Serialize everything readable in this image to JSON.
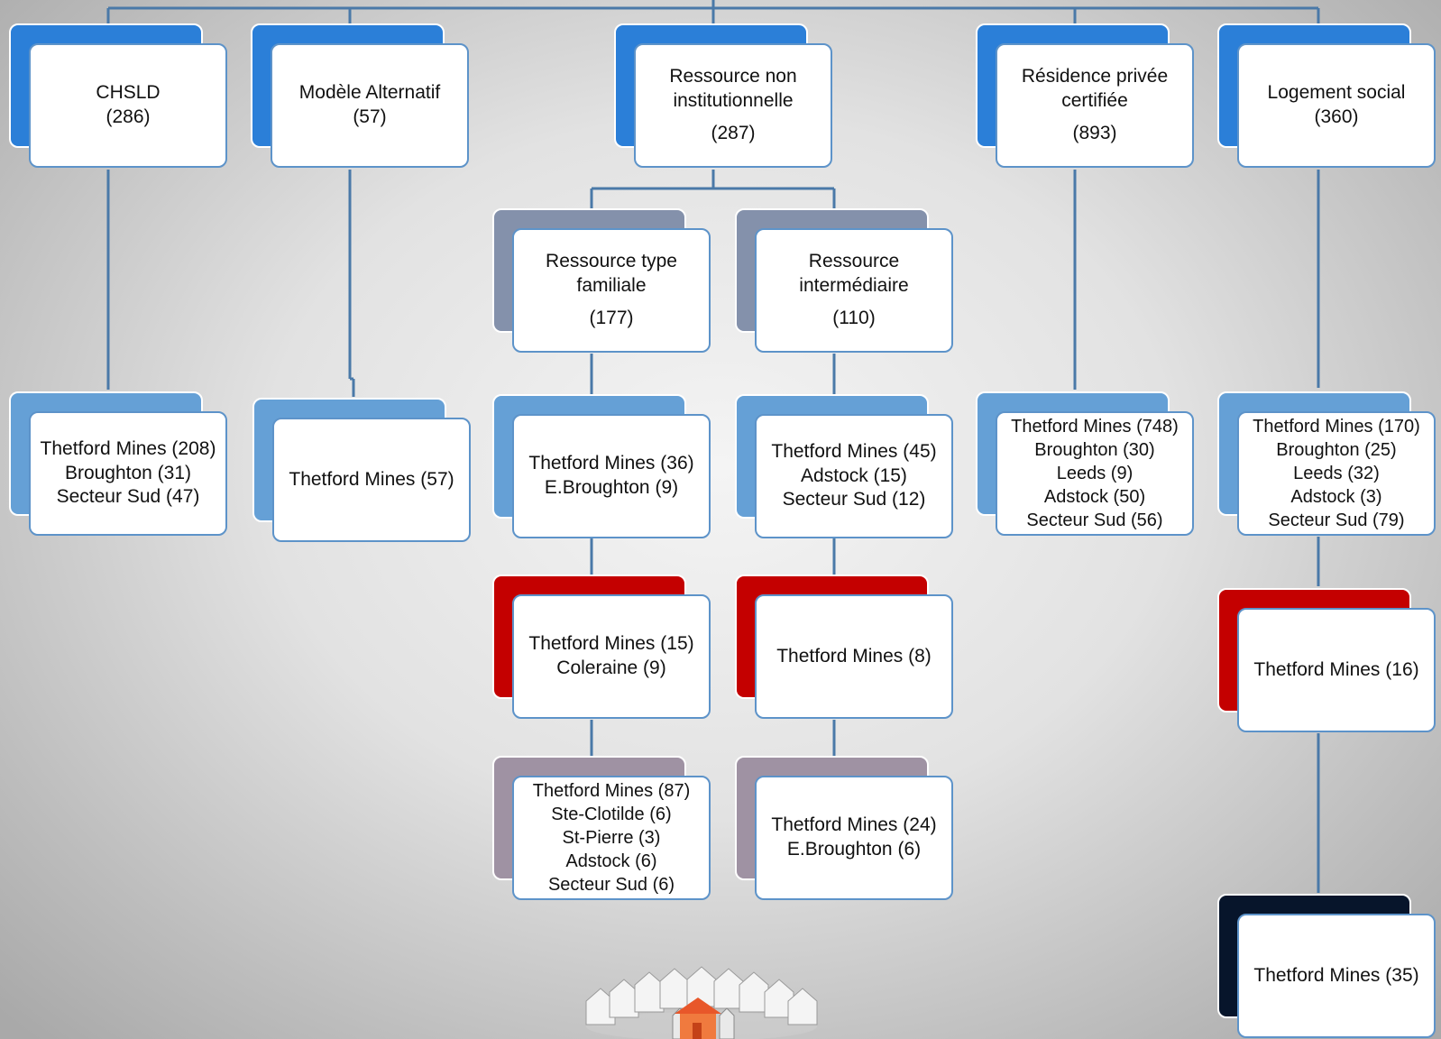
{
  "colors": {
    "connector": "#4a79a8",
    "tab_top": "#2b7fd8",
    "tab_rtf": "#8491ab",
    "tab_loc1": "#65a0d6",
    "tab_loc2": "#c40000",
    "tab_loc3": "#9f92a3",
    "tab_loc4": "#07152b",
    "card_border": "#5d93c9"
  },
  "decorative_image": "houses-circle-illustration",
  "categories": [
    {
      "id": "chsld",
      "title": [
        "CHSLD"
      ],
      "count": "(286)"
    },
    {
      "id": "alt",
      "title": [
        "Modèle Alternatif"
      ],
      "count": "(57)"
    },
    {
      "id": "rni",
      "title": [
        "Ressource non",
        "institutionnelle"
      ],
      "count": "(287)"
    },
    {
      "id": "rpa",
      "title": [
        "Résidence privée",
        "certifiée"
      ],
      "count": "(893)"
    },
    {
      "id": "log",
      "title": [
        "Logement social"
      ],
      "count": "(360)"
    }
  ],
  "subcategories": [
    {
      "id": "rtf",
      "title": [
        "Ressource type",
        "familiale"
      ],
      "count": "(177)"
    },
    {
      "id": "ri",
      "title": [
        "Ressource",
        "intermédiaire"
      ],
      "count": "(110)"
    }
  ],
  "locations": {
    "chsld_1": [
      "Thetford Mines (208)",
      "Broughton (31)",
      "Secteur Sud (47)"
    ],
    "alt_1": [
      "Thetford Mines (57)"
    ],
    "rtf_1": [
      "Thetford Mines (36)",
      "E.Broughton (9)"
    ],
    "rtf_2": [
      "Thetford Mines (15)",
      "Coleraine (9)"
    ],
    "rtf_3": [
      "Thetford Mines (87)",
      "Ste-Clotilde (6)",
      "St-Pierre (3)",
      "Adstock (6)",
      "Secteur Sud (6)"
    ],
    "ri_1": [
      "Thetford Mines (45)",
      "Adstock (15)",
      "Secteur Sud (12)"
    ],
    "ri_2": [
      "Thetford Mines (8)"
    ],
    "ri_3": [
      "Thetford Mines (24)",
      "E.Broughton (6)"
    ],
    "rpa_1": [
      "Thetford Mines (748)",
      "Broughton (30)",
      "Leeds (9)",
      "Adstock (50)",
      "Secteur Sud (56)"
    ],
    "log_1": [
      "Thetford Mines (170)",
      "Broughton (25)",
      "Leeds (32)",
      "Adstock (3)",
      "Secteur Sud (79)"
    ],
    "log_2": [
      "Thetford Mines (16)"
    ],
    "log_3": [
      "Thetford Mines (35)"
    ]
  }
}
